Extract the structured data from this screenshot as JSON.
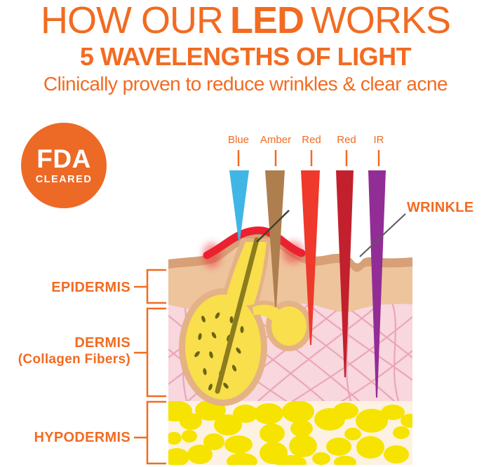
{
  "header": {
    "title_prefix": "HOW OUR",
    "title_bold": "LED",
    "title_suffix": "WORKS",
    "subtitle": "5 WAVELENGTHS OF LIGHT",
    "tagline": "Clinically proven to reduce wrinkles & clear acne"
  },
  "fda_badge": {
    "line1": "FDA",
    "line2": "CLEARED"
  },
  "wavelengths": [
    {
      "label": "Blue",
      "color": "#3fb6e6"
    },
    {
      "label": "Amber",
      "color": "#ae7e4e"
    },
    {
      "label": "Red",
      "color": "#ee392c"
    },
    {
      "label": "Red",
      "color": "#c2202d"
    },
    {
      "label": "IR",
      "color": "#922d96"
    }
  ],
  "skin_layers": [
    {
      "label": "EPIDERMIS"
    },
    {
      "label": "DERMIS",
      "sublabel": "(Collagen Fibers)"
    },
    {
      "label": "HYPODERMIS"
    }
  ],
  "annotations": {
    "wrinkle_label": "WRINKLE"
  },
  "colors": {
    "accent_orange": "#f26b21",
    "epidermis_top": "#d7a076",
    "epidermis": "#eec49d",
    "dermis": "#f8d7de",
    "dermis_fiber": "#eba6b8",
    "hypodermis": "#fdf2e1",
    "fat_yellow": "#f6e300",
    "follicle_yellow": "#f8df4b",
    "follicle_border": "#e4b285",
    "inflammation_red": "#ec2130",
    "hair_olive": "#8d7c1e",
    "pointer_gray": "#5b5b5b"
  }
}
